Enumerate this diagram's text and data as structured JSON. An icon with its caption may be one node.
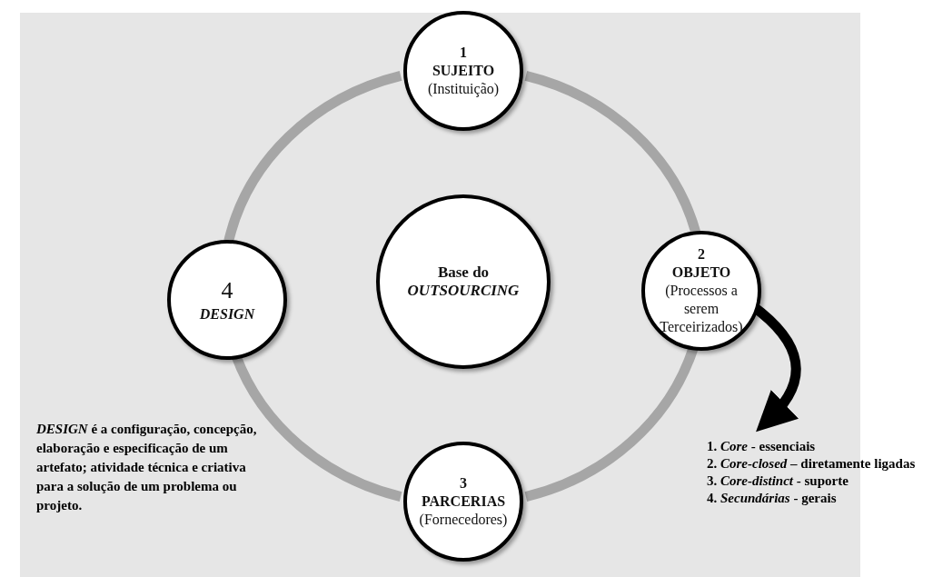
{
  "diagram": {
    "nodes": [
      {
        "text": [
          "1",
          "SUJEITO",
          "(Instituição)"
        ]
      },
      {
        "text": [
          "2",
          "OBJETO",
          "(Processos a serem Terceirizados)"
        ]
      },
      {
        "text": [
          "3",
          "PARCERIAS",
          "(Fornecedores)"
        ]
      },
      {
        "text": [
          "4",
          "DESIGN"
        ]
      },
      {
        "text": [
          "Base do *OUTSOURCING*"
        ]
      },
      {
        "text": [
          "1. *Core* - essenciais",
          "2. *Core-closed* – diretamente ligadas",
          "3. *Core-distinct* - suporte",
          "4. *Secundárias* - gerais"
        ]
      }
    ],
    "edges": [
      {
        "from": 0,
        "to": 1,
        "arrow": "none"
      },
      {
        "from": 1,
        "to": 2,
        "arrow": "none"
      },
      {
        "from": 2,
        "to": 3,
        "arrow": "none"
      },
      {
        "from": 3,
        "to": 0,
        "arrow": "none"
      },
      {
        "from": 1,
        "to": 5,
        "arrow": "to",
        "color": "#000000"
      }
    ],
    "labels": [
      "*DESIGN* é a configuração, concepção, elaboração e especificação de um artefato; atividade técnica e criativa para a solução de um problema ou projeto."
    ]
  }
}
